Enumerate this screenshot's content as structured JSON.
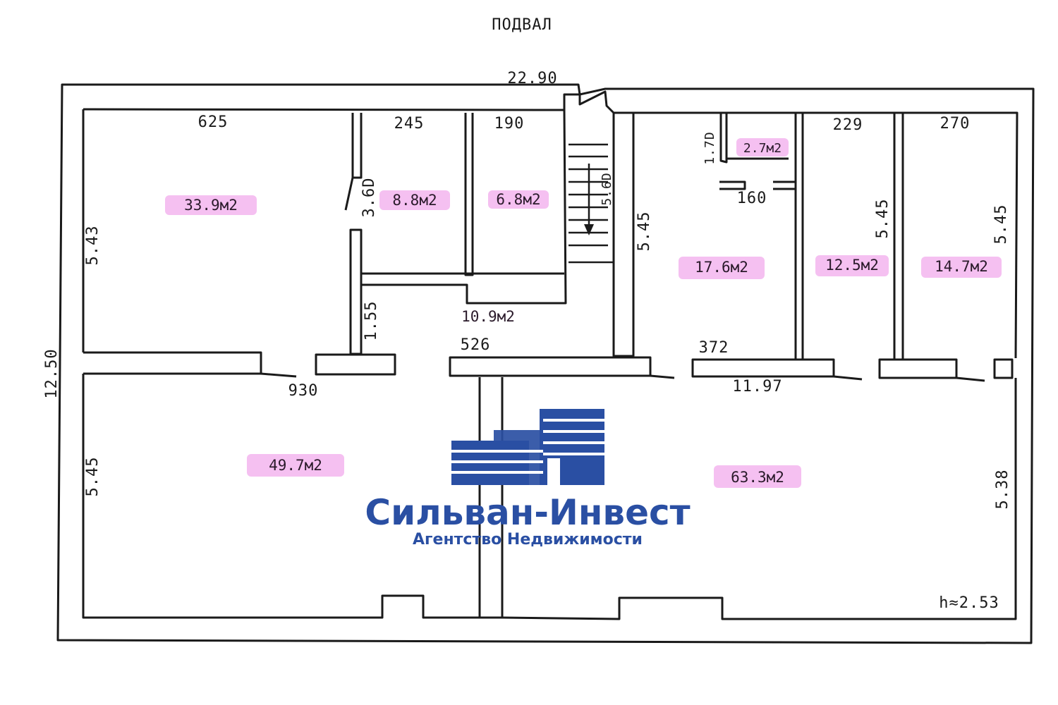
{
  "title": "ПОДВАЛ",
  "dimensions": {
    "total_width": "22.90",
    "total_height": "12.50",
    "w625": "625",
    "w245": "245",
    "w190": "190",
    "h17": "1.7D",
    "w229": "229",
    "w270": "270",
    "h360": "3.6D",
    "h560": "5.6D",
    "h545a": "5.45",
    "h545b": "5.45",
    "h545c": "5.45",
    "w160": "160",
    "h543": "5.43",
    "h155": "1.55",
    "w526": "526",
    "w372": "372",
    "w930": "930",
    "w1197": "11.97",
    "h545d": "5.45",
    "h538": "5.38",
    "ceiling": "h≈2.53"
  },
  "rooms": {
    "r1": "33.9м2",
    "r2": "8.8м2",
    "r3": "6.8м2",
    "r4": "2.7м2",
    "r5": "17.6м2",
    "r6": "12.5м2",
    "r7": "14.7м2",
    "corridor": "10.9м2",
    "r8": "49.7м2",
    "r9": "63.3м2"
  },
  "brand": {
    "name": "Сильван-Инвест",
    "tagline": "Агентство Недвижимости",
    "color": "#2a4fa3"
  }
}
